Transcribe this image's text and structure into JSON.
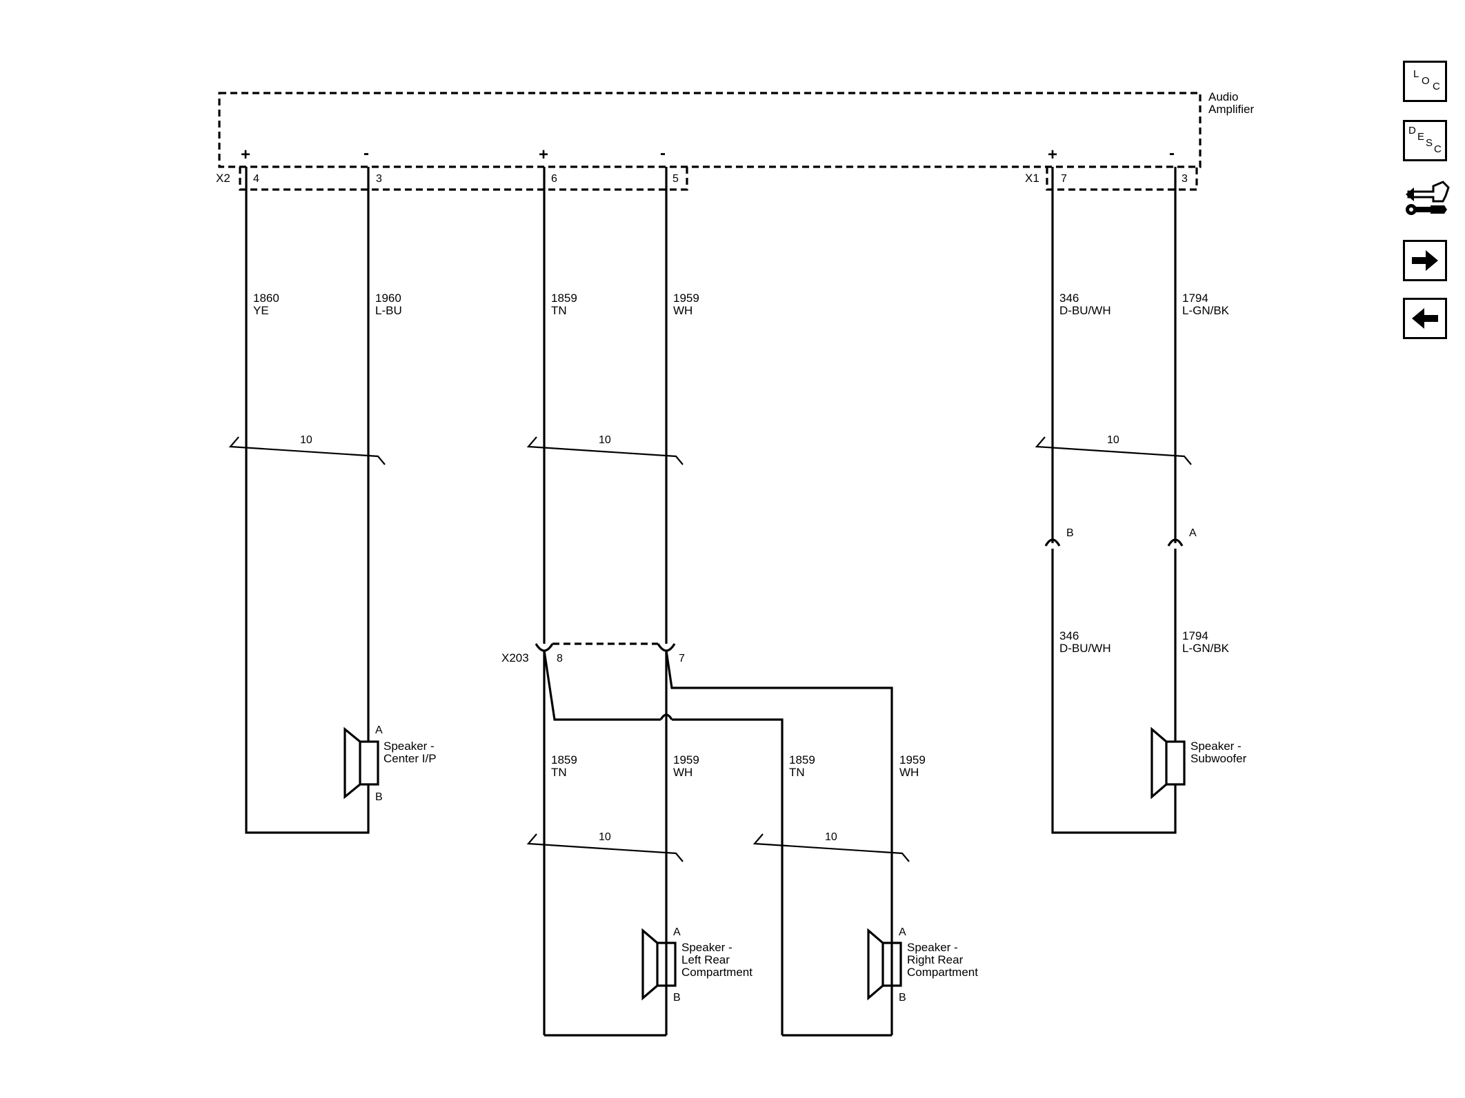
{
  "amplifier": {
    "label_line1": "Audio",
    "label_line2": "Amplifier"
  },
  "connectors": {
    "x2": "X2",
    "x1": "X1",
    "x203": "X203",
    "x2_pin_a": "4",
    "x2_pin_b": "3",
    "x2_pin_c": "6",
    "x2_pin_d": "5",
    "x1_pin_a": "7",
    "x1_pin_b": "3",
    "x203_pin_a": "8",
    "x203_pin_b": "7",
    "inline_b": "B",
    "inline_a": "A"
  },
  "polarity": {
    "plus": "+",
    "minus": "-"
  },
  "wires": {
    "w1860": {
      "circuit": "1860",
      "color": "YE"
    },
    "w1960": {
      "circuit": "1960",
      "color": "L-BU"
    },
    "w1859": {
      "circuit": "1859",
      "color": "TN"
    },
    "w1959": {
      "circuit": "1959",
      "color": "WH"
    },
    "w346": {
      "circuit": "346",
      "color": "D-BU/WH"
    },
    "w1794": {
      "circuit": "1794",
      "color": "L-GN/BK"
    }
  },
  "twist": {
    "label": "10"
  },
  "speakers": {
    "center": {
      "line1": "Speaker -",
      "line2": "Center I/P",
      "pin_a": "A",
      "pin_b": "B"
    },
    "left_rear": {
      "line1": "Speaker -",
      "line2": "Left Rear",
      "line3": "Compartment",
      "pin_a": "A",
      "pin_b": "B"
    },
    "right_rear": {
      "line1": "Speaker -",
      "line2": "Right Rear",
      "line3": "Compartment",
      "pin_a": "A",
      "pin_b": "B"
    },
    "subwoofer": {
      "line1": "Speaker -",
      "line2": "Subwoofer"
    }
  },
  "nav": {
    "loc": {
      "l": "L",
      "o": "O",
      "c": "C"
    },
    "desc": {
      "d": "D",
      "e": "E",
      "s": "S",
      "c": "C"
    },
    "icons": [
      "loc-icon",
      "desc-icon",
      "connector-tool-icon",
      "arrow-right-icon",
      "arrow-left-icon"
    ]
  }
}
